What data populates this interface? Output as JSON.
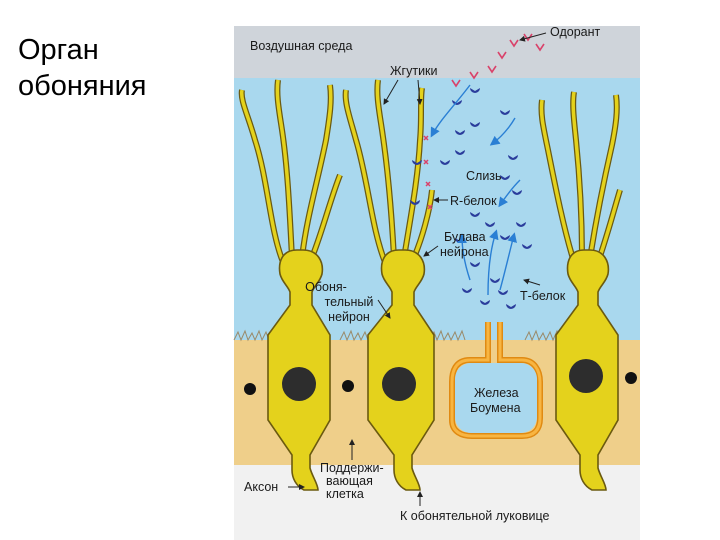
{
  "slide": {
    "title_line1": "Орган",
    "title_line2": "обоняния"
  },
  "diagram": {
    "labels": {
      "air": "Воздушная среда",
      "odorant": "Одорант",
      "flagella": "Жгутики",
      "mucus": "Слизь",
      "r_protein": "R-белок",
      "knob_line1": "Булава",
      "knob_line2": "нейрона",
      "neuron_line1": "Обоня-",
      "neuron_line2": "тельный",
      "neuron_line3": "нейрон",
      "t_protein": "Т-белок",
      "gland_line1": "Железа",
      "gland_line2": "Боумена",
      "support_line1": "Поддержи-",
      "support_line2": "вающая",
      "support_line3": "клетка",
      "axon": "Аксон",
      "to_bulb": "К обонятельной луковице"
    },
    "colors": {
      "air_layer": "#cfd4da",
      "mucus_layer": "#a9d8ee",
      "epithelium": "#efcf8a",
      "neuron_fill": "#e4d21c",
      "neuron_stroke": "#6b5a10",
      "gland_stroke": "#e08a12",
      "nucleus": "#2d2d2d",
      "odorant_mol": "#d9426a",
      "bound_mol": "#2b3d9c",
      "arrow": "#2a7fd4"
    }
  }
}
